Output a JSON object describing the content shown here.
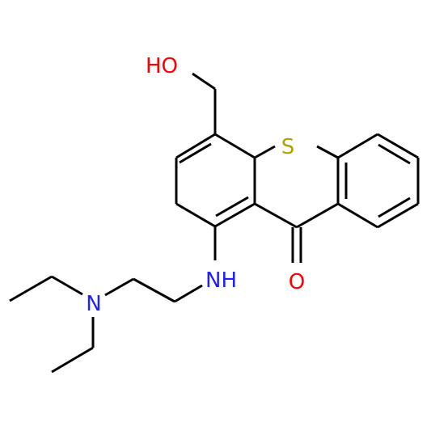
{
  "molecule": {
    "atoms": {
      "hydroxyl": {
        "text": "HO",
        "color": "#ff0000"
      },
      "sulfur": {
        "text": "S",
        "color": "#b2a200"
      },
      "carbonyl_oxygen": {
        "text": "O",
        "color": "#ff0000"
      },
      "amine_nh": {
        "text": "NH",
        "color": "#1f1fff"
      },
      "tertiary_n": {
        "text": "N",
        "color": "#1f1fff"
      }
    }
  }
}
